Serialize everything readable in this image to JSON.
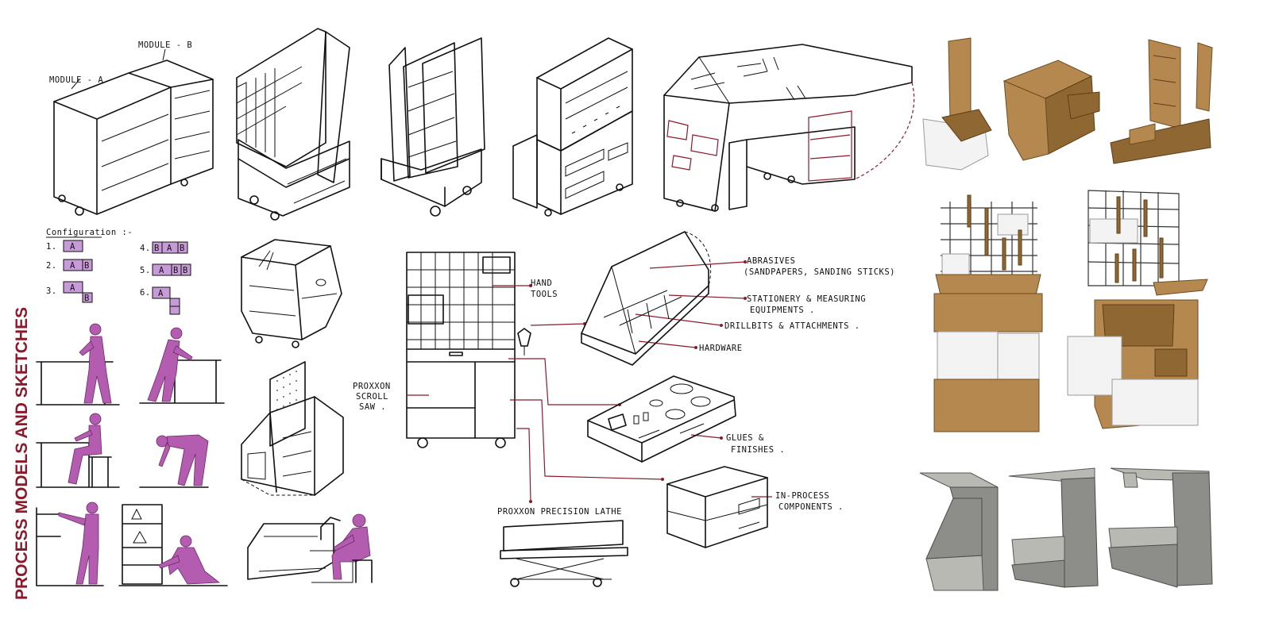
{
  "title": "PROCESS MODELS AND SKETCHES",
  "modules": {
    "a": "MODULE - A",
    "b": "MODULE - B"
  },
  "configuration": {
    "heading": "Configuration :-",
    "items": [
      "1.",
      "2.",
      "3.",
      "4.",
      "5.",
      "6."
    ],
    "box_a": "A",
    "box_b": "B"
  },
  "labels": {
    "hand_tools_1": "HAND",
    "hand_tools_2": "TOOLS",
    "proxxon_scroll_1": "PROXXON",
    "proxxon_scroll_2": "SCROLL",
    "proxxon_scroll_3": "SAW .",
    "abrasives_1": "ABRASIVES",
    "abrasives_2": "(SANDPAPERS, SANDING STICKS)",
    "stationery_1": "STATIONERY & MEASURING",
    "stationery_2": "EQUIPMENTS .",
    "drillbits": "DRILLBITS & ATTACHMENTS .",
    "hardware": "HARDWARE",
    "glues_1": "GLUES &",
    "glues_2": "FINISHES .",
    "inprocess_1": "IN-PROCESS",
    "inprocess_2": "COMPONENTS .",
    "lathe": "PROXXON PRECISION LATHE"
  },
  "colors": {
    "title": "#8b1a2b",
    "annotation_lines": "#8b1a2b",
    "figure_purple": "#b45cb0",
    "cardboard": "#b5884f",
    "metal": "#8d8d89"
  }
}
